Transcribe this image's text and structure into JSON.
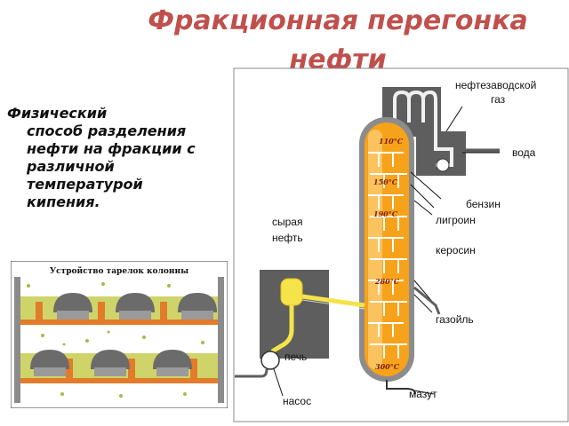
{
  "title": "Фракционная перегонка нефти",
  "description": {
    "first_line": "Физический",
    "rest": "способ разделения нефти на фракции с различной температурой кипения."
  },
  "tray_diagram": {
    "caption": "Устройство тарелок колонны"
  },
  "column": {
    "temperatures": [
      "110°C",
      "150°C",
      "190°C",
      "280°C",
      "300°C"
    ],
    "labels": {
      "refinery_gas_1": "нефтезаводской",
      "refinery_gas_2": "газ",
      "water": "вода",
      "gasoline": "бензин",
      "naphtha": "лигроин",
      "kerosene": "керосин",
      "crude_1": "сырая",
      "crude_2": "нефть",
      "gasoil": "газойль",
      "furnace": "печь",
      "fuel_oil": "мазут",
      "pump": "насос"
    },
    "colors": {
      "column_fill": "#f7a21b",
      "column_light": "#fbd27a",
      "furnace_fill": "#f5e34a",
      "box_gray": "#5e5e5e",
      "pipe_light": "#f0f0f0"
    }
  }
}
